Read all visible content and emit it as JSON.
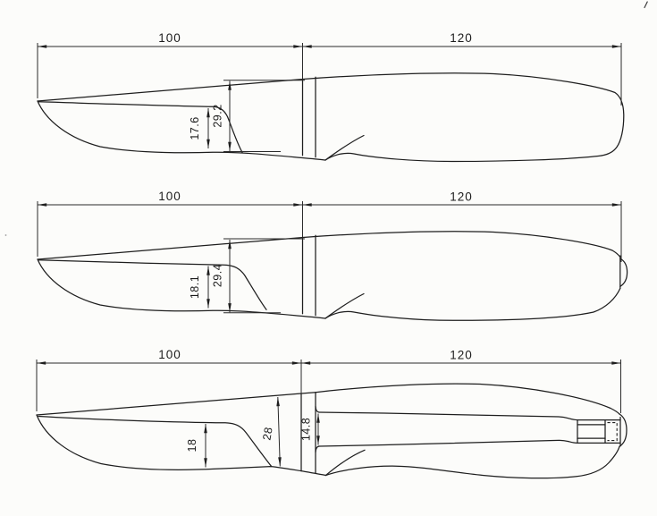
{
  "drawing": {
    "description_data": {
      "sheet_type": "scanned dimensioned drawing",
      "views": 3
    },
    "knives": [
      {
        "blade_length": "100",
        "handle_length": "120",
        "blade_edge_height": "17.6",
        "blade_total_height": "29.2"
      },
      {
        "blade_length": "100",
        "handle_length": "120",
        "blade_edge_height": "18.1",
        "blade_total_height": "29.4"
      },
      {
        "blade_length": "100",
        "handle_length": "120",
        "blade_edge_height": "18",
        "blade_total_height": "28",
        "tang_height": "14.8"
      }
    ]
  },
  "colors": {
    "ink": "#1e1e1e",
    "paper": "#fcfcfa"
  }
}
